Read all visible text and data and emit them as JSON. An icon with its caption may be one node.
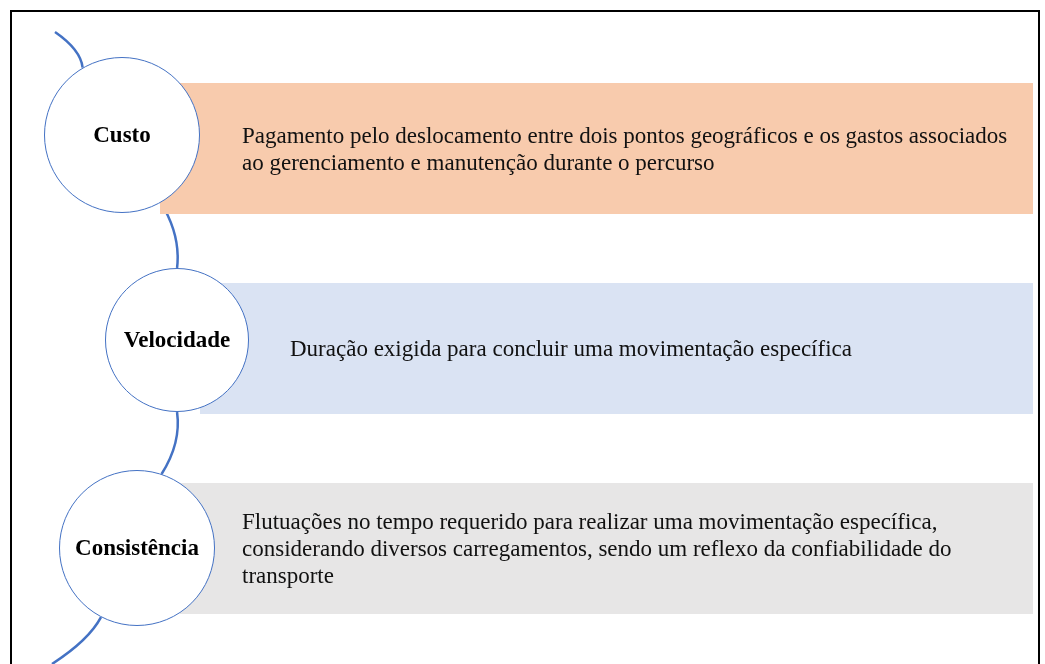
{
  "diagram": {
    "nodes": [
      {
        "text": [
          "Custo"
        ]
      },
      {
        "text": [
          "Pagamento pelo deslocamento entre dois pontos geográficos e os gastos associados ao gerenciamento e manutenção durante o percurso"
        ]
      },
      {
        "text": [
          "Velocidade"
        ]
      },
      {
        "text": [
          "Duração exigida para concluir uma movimentação específica"
        ]
      },
      {
        "text": [
          "Consistência"
        ]
      },
      {
        "text": [
          "Flutuações no tempo requerido para realizar uma movimentação específica, considerando diversos carregamentos, sendo um reflexo da confiabilidade do transporte"
        ]
      }
    ],
    "edges": [
      {
        "from": null,
        "to": 0,
        "arrow": "none"
      },
      {
        "from": 0,
        "to": 2,
        "arrow": "none"
      },
      {
        "from": 2,
        "to": 4,
        "arrow": "none"
      },
      {
        "from": 4,
        "to": null,
        "arrow": "none"
      }
    ]
  }
}
